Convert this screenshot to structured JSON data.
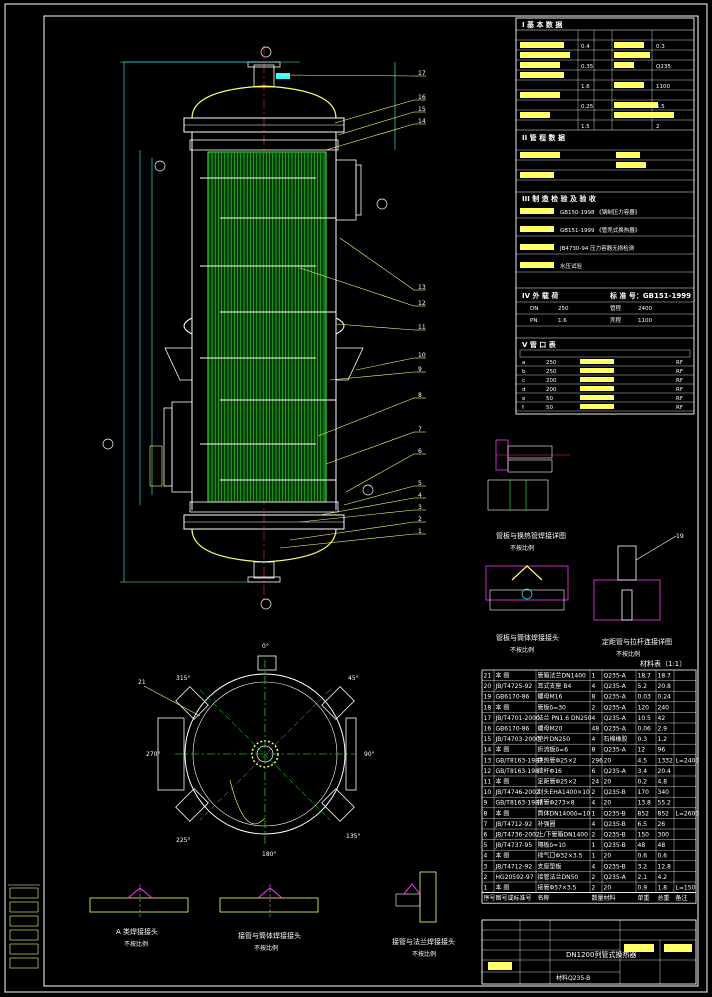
{
  "colors": {
    "background": "#000000",
    "frame": "#ffffff",
    "shell": "#ffff66",
    "tube_bundle": "#33ff33",
    "centerline": "#ff3333",
    "dimension": "#33ffff",
    "hatch": "#ff33ff",
    "annotation": "#ffffff"
  },
  "tables": {
    "design_data_title": "I 基 本 数 据",
    "pipe_data_title": "II 管 程 数 据",
    "inspection_title": "III 制 造 检 验 及 验 收",
    "nozzle_loads_title": "IV 外 载 荷",
    "nozzle_loads_standard": "标 准 号：GB151-1999",
    "nozzles_title": "V 管 口 表",
    "inspection_rows": [
      "GB150-1998 《钢制压力容器》",
      "GB151-1999 《管壳式换热器》",
      "JB4730-94 压力容器无损检测",
      "水压试验"
    ],
    "design_values": [
      "0.4",
      "0.35",
      "1.6",
      "0.25",
      "1.5",
      "0.3",
      "Q235",
      "1100",
      "5.5",
      "2"
    ],
    "nozzle_row_values": [
      "a",
      "b",
      "c",
      "d",
      "e",
      "f"
    ],
    "nozzle_sizes": [
      "250",
      "250",
      "200",
      "200",
      "50",
      "50"
    ],
    "nozzle_faces": [
      "RF",
      "RF",
      "RF",
      "RF",
      "RF",
      "RF"
    ],
    "pipe_row_labels": [
      "DN",
      "PN",
      "管程",
      "壳程"
    ],
    "pipe_row_values": [
      "250",
      "1.6",
      "2400",
      "1100"
    ]
  },
  "details": {
    "detail_1": "管板与换热管焊接详图",
    "detail_1_scale": "不按比例",
    "detail_2": "管板与筒体焊接接头",
    "detail_2_scale": "不按比例",
    "detail_3": "定距管与拉杆连接详图",
    "detail_3_scale": "不按比例",
    "weld_a": "A 类焊接接头",
    "weld_a_scale": "不按比例",
    "weld_b": "接管与筒体焊接接头",
    "weld_b_scale": "不按比例",
    "weld_c": "接管与法兰焊接接头",
    "weld_c_scale": "不按比例"
  },
  "plan_view": {
    "angles": [
      "0°",
      "45°",
      "90°",
      "135°",
      "180°",
      "225°",
      "270°",
      "315°"
    ]
  },
  "leader_numbers": [
    "17",
    "16",
    "15",
    "14",
    "13",
    "12",
    "11",
    "10",
    "9",
    "8",
    "7",
    "6",
    "5",
    "4",
    "3",
    "2",
    "1",
    "19",
    "21"
  ],
  "bom": {
    "header": "材料表（1:1）",
    "columns": [
      "序号",
      "图号或标准号",
      "名称",
      "数量",
      "材料",
      "单重",
      "总重",
      "备注"
    ],
    "rows": [
      [
        "21",
        "本  图",
        "管箱法兰DN1400",
        "1",
        "Q235-A",
        "18.7",
        "18.7",
        ""
      ],
      [
        "20",
        "JB/T4725-92",
        "耳式支座 B4",
        "4",
        "Q235-A",
        "5.2",
        "20.8",
        ""
      ],
      [
        "19",
        "GB6170-86",
        "螺母M16",
        "8",
        "Q235-A",
        "0.03",
        "0.24",
        ""
      ],
      [
        "18",
        "本  图",
        "管板δ=30",
        "2",
        "Q235-A",
        "120",
        "240",
        ""
      ],
      [
        "17",
        "JB/T4701-2000",
        "法兰 PN1.6 DN250",
        "4",
        "Q235-A",
        "10.5",
        "42",
        ""
      ],
      [
        "16",
        "GB6170-86",
        "螺母M20",
        "48",
        "Q235-A",
        "0.06",
        "2.9",
        ""
      ],
      [
        "15",
        "JB/T4703-2000",
        "垫片DN250",
        "4",
        "石棉橡胶",
        "0.3",
        "1.2",
        ""
      ],
      [
        "14",
        "本  图",
        "折流板δ=6",
        "8",
        "Q235-A",
        "12",
        "96",
        ""
      ],
      [
        "13",
        "GB/T8163-1987",
        "换热管Φ25×2",
        "296",
        "20",
        "4.5",
        "1332",
        "L=2400"
      ],
      [
        "12",
        "GB/T8163-1987",
        "拉杆Φ16",
        "6",
        "Q235-A",
        "3.4",
        "20.4",
        ""
      ],
      [
        "11",
        "本  图",
        "定距管Φ25×2",
        "24",
        "20",
        "0.2",
        "4.8",
        ""
      ],
      [
        "10",
        "JB/T4746-2002",
        "封头EHA1400×10",
        "2",
        "Q235-B",
        "170",
        "340",
        ""
      ],
      [
        "9",
        "GB/T8163-1987",
        "接管Φ273×8",
        "4",
        "20",
        "13.8",
        "55.2",
        ""
      ],
      [
        "8",
        "本  图",
        "筒体DN1400δ=10",
        "1",
        "Q235-B",
        "852",
        "852",
        "L=2600"
      ],
      [
        "7",
        "JB/T4712-92",
        "补强圈",
        "4",
        "Q235-B",
        "6.5",
        "26",
        ""
      ],
      [
        "6",
        "JB/T4736-2002",
        "上/下管箱DN1400",
        "2",
        "Q235-B",
        "150",
        "300",
        ""
      ],
      [
        "5",
        "JB/T4737-95",
        "隔板δ=10",
        "1",
        "Q235-B",
        "48",
        "48",
        ""
      ],
      [
        "4",
        "本  图",
        "排气口Φ32×3.5",
        "1",
        "20",
        "0.6",
        "0.6",
        ""
      ],
      [
        "3",
        "JB/T4712-92",
        "支座垫板",
        "4",
        "Q235-B",
        "3.2",
        "12.8",
        ""
      ],
      [
        "2",
        "HG20592-97",
        "接管法兰DN50",
        "2",
        "Q235-A",
        "2.1",
        "4.2",
        ""
      ],
      [
        "1",
        "本  图",
        "接管Φ57×3.5",
        "2",
        "20",
        "0.9",
        "1.8",
        "L=150"
      ]
    ]
  },
  "title_block": {
    "drawing_title": "DN1200列管式换热器",
    "material_note": "材料Q235-B"
  }
}
